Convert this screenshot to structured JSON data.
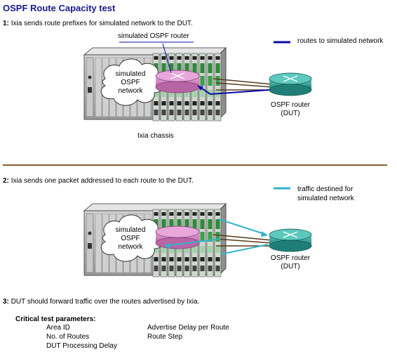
{
  "title": "OSPF Route Capacity test",
  "step1": {
    "num": "1:",
    "text": "Ixia sends route prefixes for simulated network to the DUT."
  },
  "step2": {
    "num": "2:",
    "text": "Ixia sends one packet addressed to each route to the DUT."
  },
  "step3": {
    "num": "3:",
    "text": "DUT should forward traffic over the routes advertised by Ixia."
  },
  "diagram1": {
    "simulated_router_label": "simulated OSPF router",
    "cloud_label": [
      "simulated",
      "OSPF",
      "network"
    ],
    "dut_label": [
      "OSPF router",
      "(DUT)"
    ],
    "chassis_label": "Ixia chassis",
    "legend_text": "routes to simulated network",
    "legend_color": "#0a0aa8"
  },
  "diagram2": {
    "cloud_label": [
      "simulated",
      "OSPF",
      "network"
    ],
    "dut_label": [
      "OSPF router",
      "(DUT)"
    ],
    "legend_text": [
      "traffic destined for",
      "simulated network"
    ],
    "legend_color": "#33b3c8"
  },
  "critical": {
    "heading": "Critical test parameters:",
    "col1": [
      "Area ID",
      "No. of Routes",
      "DUT Processing Delay"
    ],
    "col2": [
      "Advertise Delay per Route",
      "Route Step"
    ]
  },
  "colors": {
    "title": "#1a1a8c",
    "divider": "#8b5a2b",
    "chassis": "#bdbdbd",
    "router_sim": "#d98ac9",
    "router_dut": "#3aa8a0"
  }
}
